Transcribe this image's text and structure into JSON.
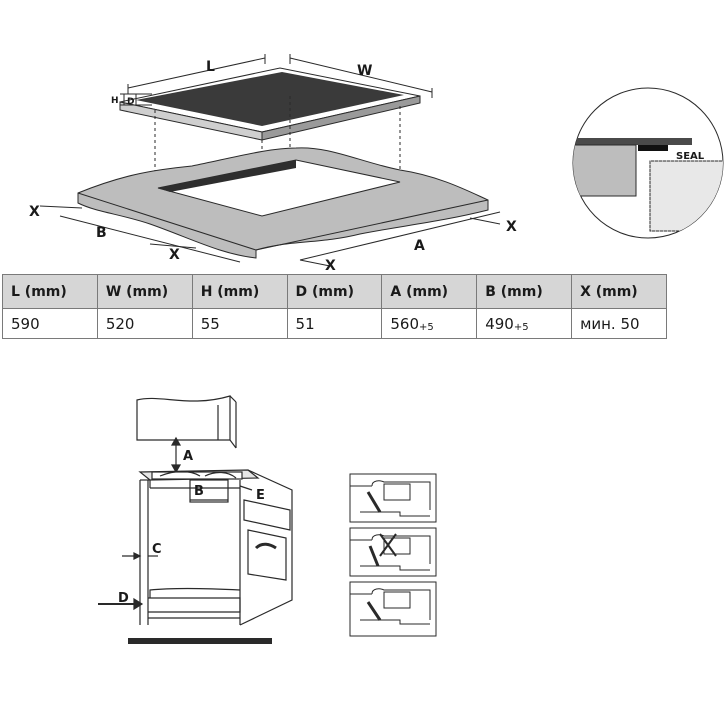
{
  "top_diagram": {
    "dimension_labels": {
      "l": "L",
      "w": "W",
      "h": "H",
      "d": "D",
      "a": "A",
      "b": "B",
      "x": "X"
    },
    "detail_label": "SEAL"
  },
  "table": {
    "headers": [
      "L (mm)",
      "W (mm)",
      "H (mm)",
      "D (mm)",
      "A (mm)",
      "B (mm)",
      "X (mm)"
    ],
    "values": [
      "590",
      "520",
      "55",
      "51",
      "560",
      "490",
      "мин. 50"
    ],
    "tolerances": [
      "",
      "",
      "",
      "",
      "+5",
      "+5",
      ""
    ]
  },
  "bottom_diagram": {
    "labels": {
      "a": "A",
      "b": "B",
      "c": "C",
      "d": "D",
      "e": "E"
    }
  },
  "colors": {
    "surface": "#bdbdbd",
    "glass": "#3a3a3a",
    "line": "#2a2a2a",
    "header_bg": "#d6d6d6"
  }
}
